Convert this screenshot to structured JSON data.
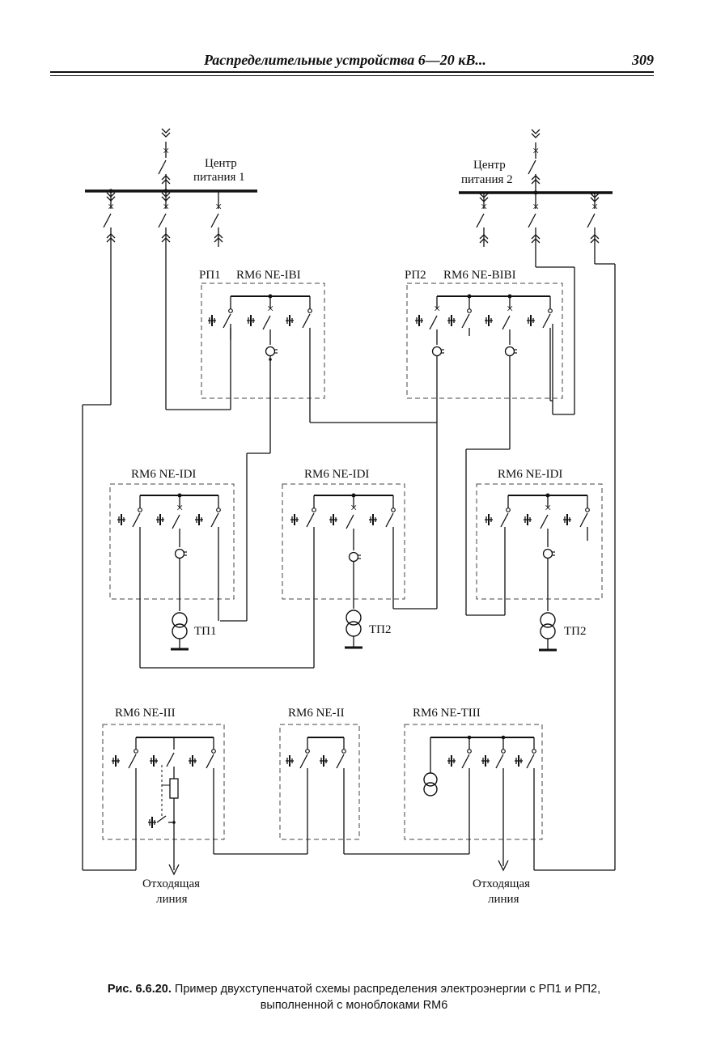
{
  "header": {
    "title": "Распределительные устройства 6—20 кВ...",
    "page_number": "309"
  },
  "sources": [
    {
      "label_line1": "Центр",
      "label_line2": "питания 1"
    },
    {
      "label_line1": "Центр",
      "label_line2": "питания 2"
    }
  ],
  "units": {
    "rp1": {
      "name": "РП1",
      "type": "RM6 NE-IBI"
    },
    "rp2": {
      "name": "РП2",
      "type": "RM6 NE-BIBI"
    },
    "idi1": {
      "type": "RM6 NE-IDI",
      "transformer": "ТП1"
    },
    "idi2": {
      "type": "RM6 NE-IDI",
      "transformer": "ТП2"
    },
    "idi3": {
      "type": "RM6 NE-IDI",
      "transformer": "ТП2"
    },
    "iii": {
      "type": "RM6 NE-III"
    },
    "ii": {
      "type": "RM6 NE-II"
    },
    "tiii": {
      "type": "RM6 NE-TIII"
    }
  },
  "outgoing": [
    {
      "line1": "Отходящая",
      "line2": "линия"
    },
    {
      "line1": "Отходящая",
      "line2": "линия"
    }
  ],
  "caption": {
    "label": "Рис. 6.6.20.",
    "text_line1": "Пример двухступенчатой схемы распределения электроэнергии с РП1 и РП2,",
    "text_line2": "выполненной с моноблоками RM6"
  }
}
